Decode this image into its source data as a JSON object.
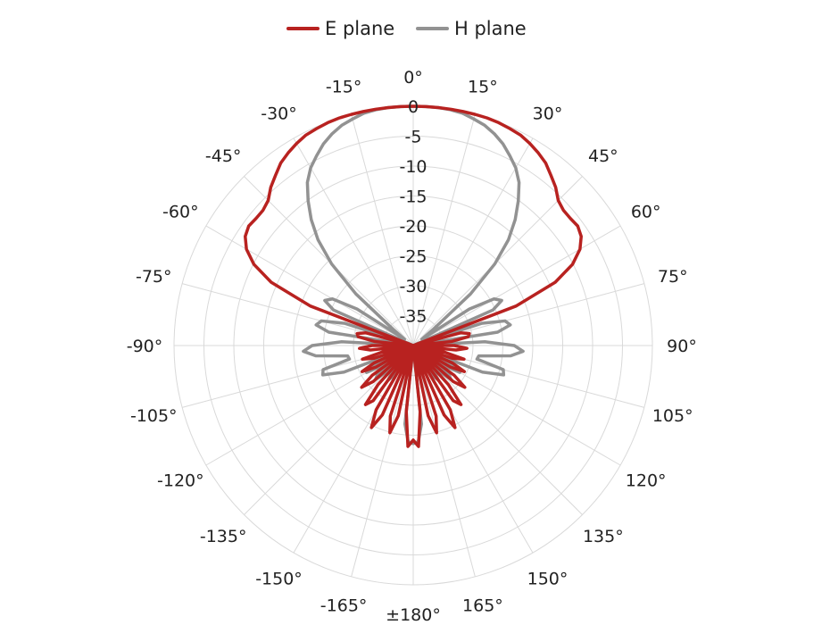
{
  "chart_data": {
    "type": "polar-line",
    "title": "",
    "angle_unit": "deg",
    "angle_direction": "clockwise",
    "zero_at": "top",
    "radial_range": [
      -40,
      0
    ],
    "radial_ticks": [
      0,
      -5,
      -10,
      -15,
      -20,
      -25,
      -30,
      -35
    ],
    "radial_tick_labels": [
      "0",
      "-5",
      "-10",
      "-15",
      "-20",
      "-25",
      "-30",
      "-35"
    ],
    "angle_ticks": [
      0,
      15,
      30,
      45,
      60,
      75,
      90,
      105,
      120,
      135,
      150,
      165,
      180,
      -165,
      -150,
      -135,
      -120,
      -105,
      -90,
      -75,
      -60,
      -45,
      -30,
      -15
    ],
    "angle_tick_labels": [
      "0°",
      "15°",
      "30°",
      "45°",
      "60°",
      "75°",
      "90°",
      "105°",
      "120°",
      "135°",
      "150°",
      "165°",
      "±180°",
      "-165°",
      "-150°",
      "-135°",
      "-120°",
      "-105°",
      "-90°",
      "-75°",
      "-60°",
      "-45°",
      "-30°",
      "-15°"
    ],
    "grid": true,
    "legend_position": "top-center",
    "series": [
      {
        "name": "E plane",
        "color": "#b82220",
        "theta": [
          -180,
          -177,
          -174,
          -171,
          -168,
          -165,
          -162,
          -159,
          -156,
          -153,
          -150,
          -147,
          -144,
          -141,
          -138,
          -135,
          -132,
          -129,
          -126,
          -123,
          -120,
          -117,
          -114,
          -111,
          -108,
          -105,
          -102,
          -99,
          -96,
          -93,
          -90,
          -87,
          -84,
          -81,
          -78,
          -75,
          -72,
          -69,
          -66,
          -63,
          -60,
          -57,
          -54,
          -51,
          -48,
          -45,
          -42,
          -39,
          -36,
          -33,
          -30,
          -27,
          -24,
          -21,
          -18,
          -15,
          -12,
          -9,
          -6,
          -3,
          0,
          3,
          6,
          9,
          12,
          15,
          18,
          21,
          24,
          27,
          30,
          33,
          36,
          39,
          42,
          45,
          48,
          51,
          54,
          57,
          60,
          63,
          66,
          69,
          72,
          75,
          78,
          81,
          84,
          87,
          90,
          93,
          96,
          99,
          102,
          105,
          108,
          111,
          114,
          117,
          120,
          123,
          126,
          129,
          132,
          135,
          138,
          141,
          144,
          147,
          150,
          153,
          156,
          159,
          162,
          165,
          168,
          171,
          174,
          177,
          180
        ],
        "r": [
          -24.2,
          -23.1,
          -28.9,
          -40.0,
          -28.0,
          -24.9,
          -27.6,
          -40.0,
          -27.3,
          -24.6,
          -27.6,
          -40.0,
          -28.6,
          -27.3,
          -31.2,
          -40.0,
          -31.0,
          -28.9,
          -31.5,
          -40.0,
          -32.8,
          -30.4,
          -32.8,
          -40.0,
          -33.1,
          -31.2,
          -34.6,
          -40.0,
          -32.8,
          -31.0,
          -33.1,
          -40.0,
          -33.6,
          -30.7,
          -30.4,
          -31.8,
          -40.0,
          -21.6,
          -14.0,
          -10.1,
          -7.8,
          -6.5,
          -6.0,
          -6.2,
          -6.2,
          -5.7,
          -4.4,
          -3.4,
          -2.3,
          -1.6,
          -1.0,
          -0.5,
          -0.3,
          -0.1,
          0.0,
          0.0,
          0.0,
          0.0,
          0.0,
          0.0,
          0.0,
          0.0,
          0.0,
          0.0,
          0.0,
          0.0,
          0.0,
          -0.1,
          -0.3,
          -0.5,
          -1.0,
          -1.6,
          -2.3,
          -3.4,
          -4.4,
          -5.7,
          -6.2,
          -6.2,
          -6.0,
          -6.5,
          -7.8,
          -10.1,
          -14.0,
          -21.6,
          -40.0,
          -31.8,
          -30.4,
          -30.7,
          -33.6,
          -40.0,
          -33.1,
          -31.0,
          -32.8,
          -40.0,
          -34.6,
          -31.2,
          -33.1,
          -40.0,
          -32.8,
          -30.4,
          -32.8,
          -40.0,
          -31.5,
          -28.9,
          -31.0,
          -40.0,
          -31.2,
          -27.3,
          -28.6,
          -40.0,
          -27.6,
          -24.6,
          -27.3,
          -40.0,
          -27.6,
          -24.9,
          -28.0,
          -40.0,
          -28.9,
          -23.1,
          -24.2
        ]
      },
      {
        "name": "H plane",
        "color": "#929292",
        "theta": [
          -180,
          -177,
          -174,
          -171,
          -168,
          -165,
          -162,
          -159,
          -156,
          -153,
          -150,
          -147,
          -144,
          -141,
          -138,
          -135,
          -132,
          -129,
          -126,
          -123,
          -120,
          -117,
          -114,
          -111,
          -108,
          -105,
          -102,
          -99,
          -96,
          -93,
          -90,
          -87,
          -84,
          -81,
          -78,
          -75,
          -72,
          -69,
          -66,
          -63,
          -60,
          -57,
          -54,
          -51,
          -48,
          -45,
          -42,
          -39,
          -36,
          -33,
          -30,
          -27,
          -24,
          -21,
          -18,
          -15,
          -12,
          -9,
          -6,
          -3,
          0,
          3,
          6,
          9,
          12,
          15,
          18,
          21,
          24,
          27,
          30,
          33,
          36,
          39,
          42,
          45,
          48,
          51,
          54,
          57,
          60,
          63,
          66,
          69,
          72,
          75,
          78,
          81,
          84,
          87,
          90,
          93,
          96,
          99,
          102,
          105,
          108,
          111,
          114,
          117,
          120,
          123,
          126,
          129,
          132,
          135,
          138,
          141,
          144,
          147,
          150,
          153,
          156,
          159,
          162,
          165,
          168,
          171,
          174,
          177,
          180
        ],
        "r": [
          -23.6,
          -23.9,
          -26.8,
          -40.0,
          -36.0,
          -36.6,
          -40.0,
          -36.2,
          -35.1,
          -37.4,
          -40.0,
          -34.1,
          -32.8,
          -34.6,
          -40.0,
          -34.1,
          -31.5,
          -32.3,
          -40.0,
          -33.8,
          -31.0,
          -32.5,
          -40.0,
          -27.6,
          -24.1,
          -24.4,
          -29.1,
          -28.9,
          -23.6,
          -21.6,
          -23.1,
          -28.0,
          -40.0,
          -25.7,
          -23.4,
          -24.1,
          -28.0,
          -40.0,
          -25.4,
          -23.4,
          -24.4,
          -28.8,
          -38.2,
          -35.6,
          -27.1,
          -20.7,
          -16.2,
          -12.9,
          -10.1,
          -7.5,
          -5.7,
          -4.4,
          -3.1,
          -2.1,
          -1.3,
          -0.8,
          -0.3,
          -0.1,
          0.0,
          0.0,
          0.0,
          0.0,
          0.0,
          -0.1,
          -0.3,
          -0.8,
          -1.3,
          -2.1,
          -3.1,
          -4.4,
          -5.7,
          -7.5,
          -10.1,
          -12.9,
          -16.2,
          -20.7,
          -27.1,
          -35.6,
          -38.2,
          -28.8,
          -24.4,
          -23.4,
          -25.4,
          -40.0,
          -28.0,
          -24.1,
          -23.4,
          -25.7,
          -40.0,
          -28.0,
          -23.1,
          -21.6,
          -23.6,
          -28.9,
          -29.1,
          -24.4,
          -24.1,
          -27.6,
          -40.0,
          -32.5,
          -31.0,
          -33.8,
          -40.0,
          -32.3,
          -31.5,
          -34.1,
          -40.0,
          -34.6,
          -32.8,
          -34.1,
          -40.0,
          -37.4,
          -35.1,
          -36.2,
          -40.0,
          -36.6,
          -36.0,
          -40.0,
          -26.8,
          -23.9,
          -23.6
        ]
      }
    ]
  }
}
